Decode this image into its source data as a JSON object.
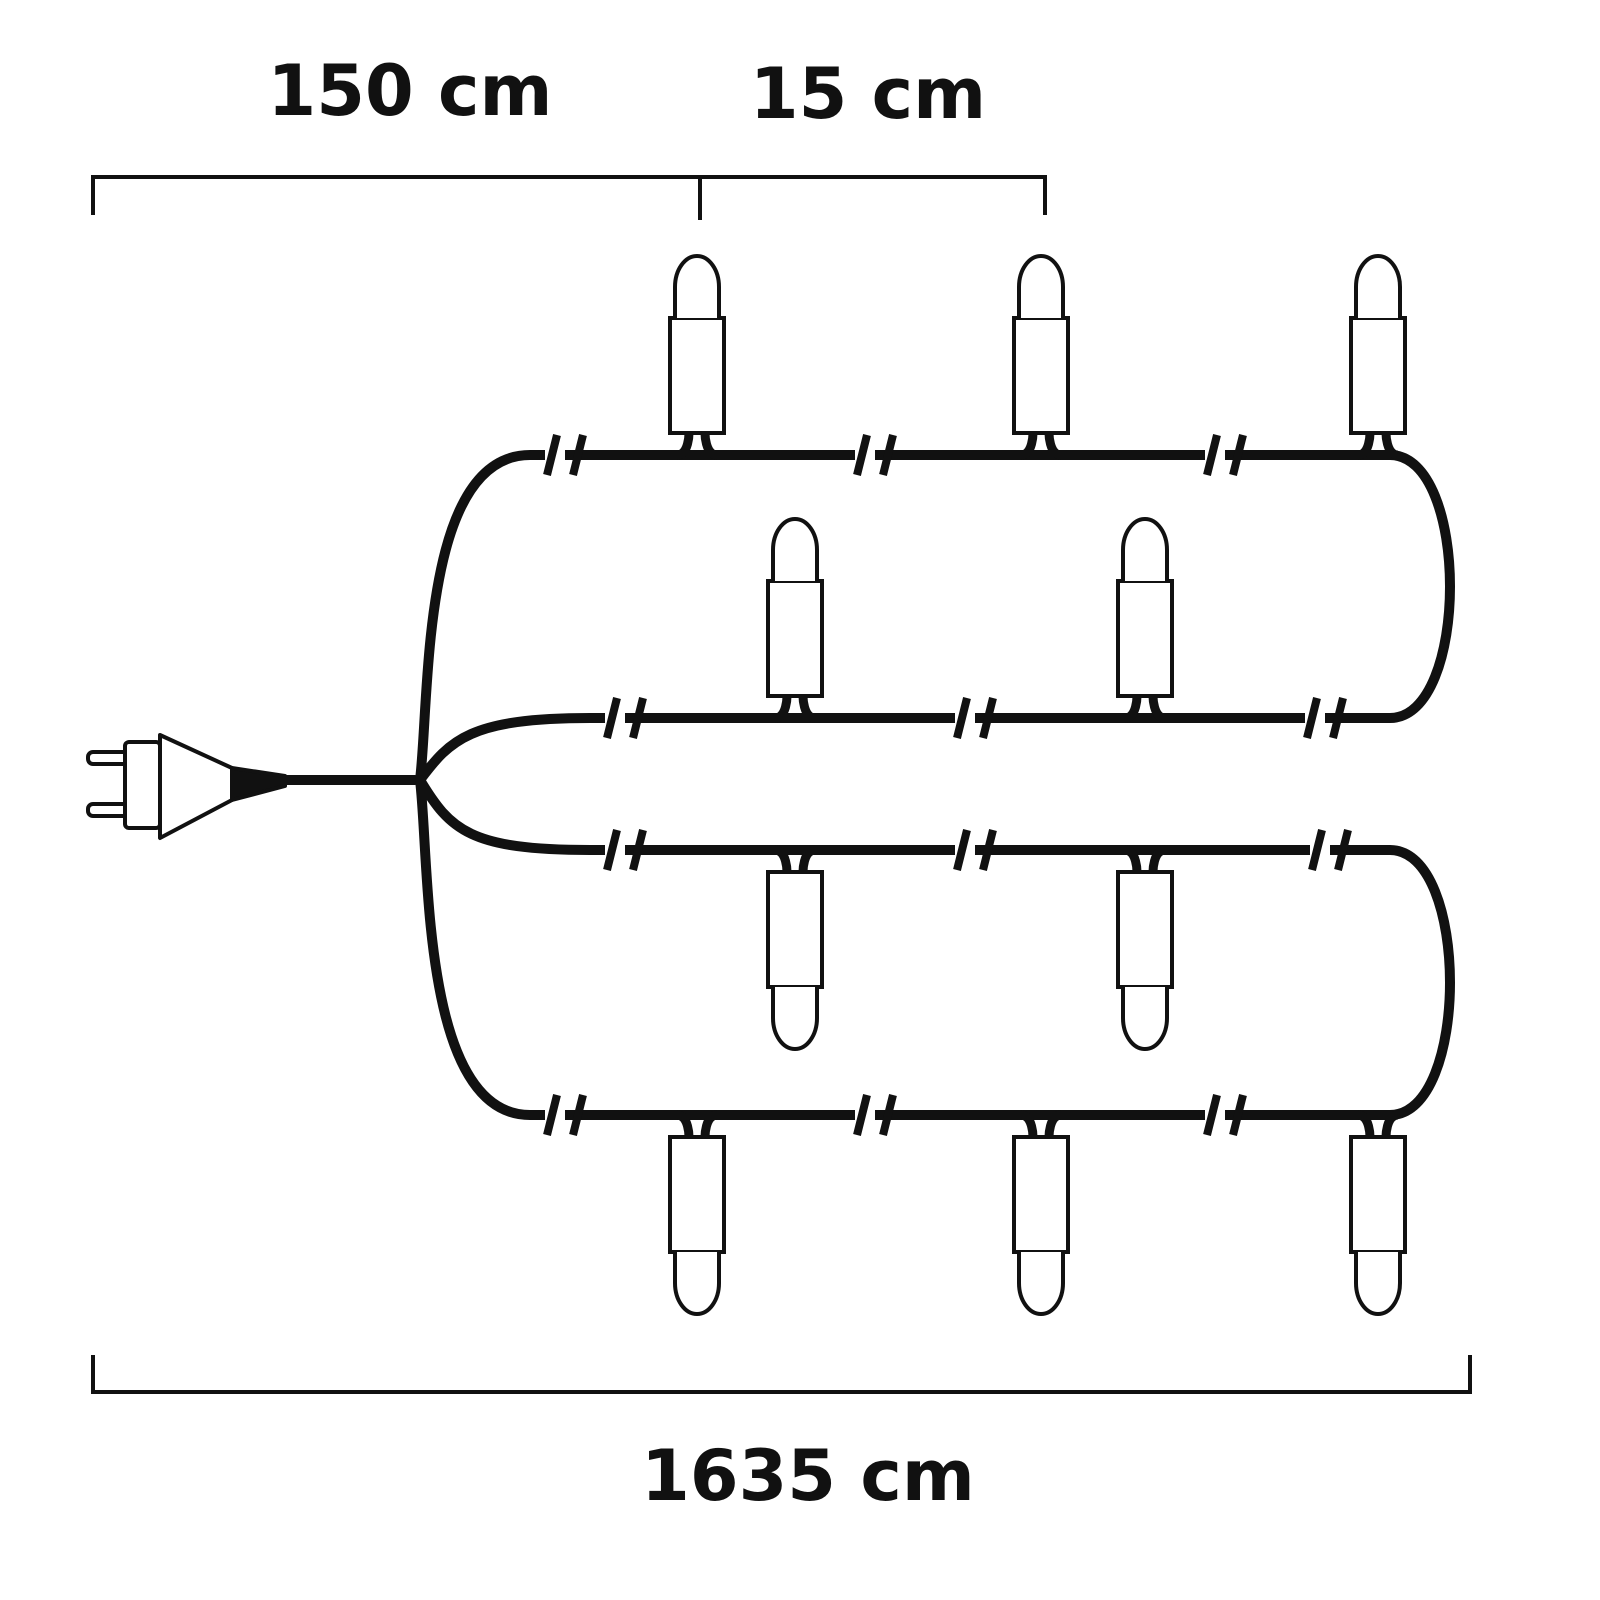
{
  "dimensions": {
    "lead_length": "150 cm",
    "spacing": "15 cm",
    "total_length": "1635 cm"
  },
  "colors": {
    "line": "#111111",
    "background": "#ffffff"
  },
  "bulb_count": 10,
  "icons": [
    "plug-icon",
    "bulb-icon",
    "break-mark-icon"
  ]
}
